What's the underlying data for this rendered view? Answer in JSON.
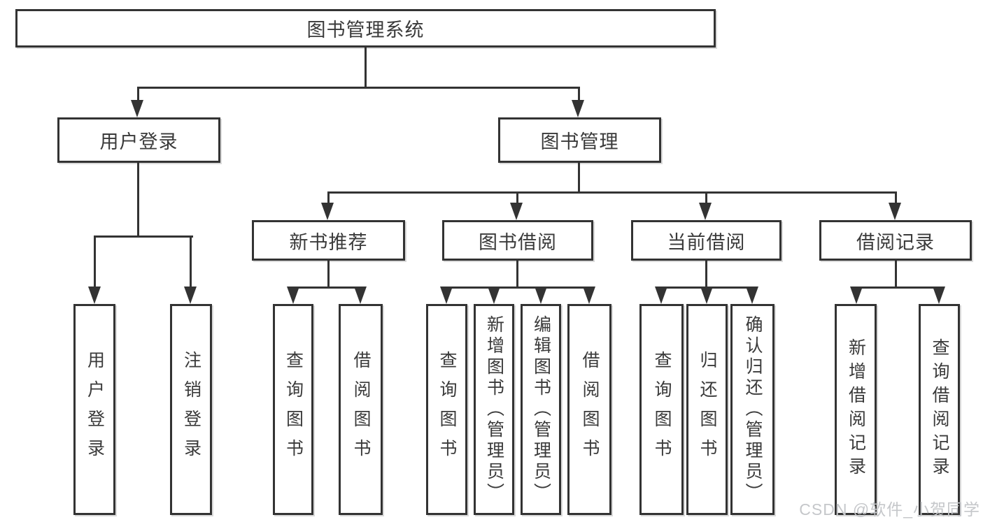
{
  "diagram_type": "hierarchy-flowchart",
  "colors": {
    "line": "#333333",
    "text": "#3a3a3a",
    "background": "#ffffff",
    "watermark_text_color": "#c5c7ca"
  },
  "watermark": "CSDN @软件_小贺同学",
  "tree": {
    "label": "图书管理系统",
    "children": [
      {
        "label": "用户登录",
        "children": [
          {
            "label": "用户登录"
          },
          {
            "label": "注销登录"
          }
        ]
      },
      {
        "label": "图书管理",
        "children": [
          {
            "label": "新书推荐",
            "children": [
              {
                "label": "查询图书"
              },
              {
                "label": "借阅图书"
              }
            ]
          },
          {
            "label": "图书借阅",
            "children": [
              {
                "label": "查询图书"
              },
              {
                "label": "新增图书（管理员）"
              },
              {
                "label": "编辑图书（管理员）"
              },
              {
                "label": "借阅图书"
              }
            ]
          },
          {
            "label": "当前借阅",
            "children": [
              {
                "label": "查询图书"
              },
              {
                "label": "归还图书"
              },
              {
                "label": "确认归还（管理员）"
              }
            ]
          },
          {
            "label": "借阅记录",
            "children": [
              {
                "label": "新增借阅记录"
              },
              {
                "label": "查询借阅记录"
              }
            ]
          }
        ]
      }
    ]
  }
}
